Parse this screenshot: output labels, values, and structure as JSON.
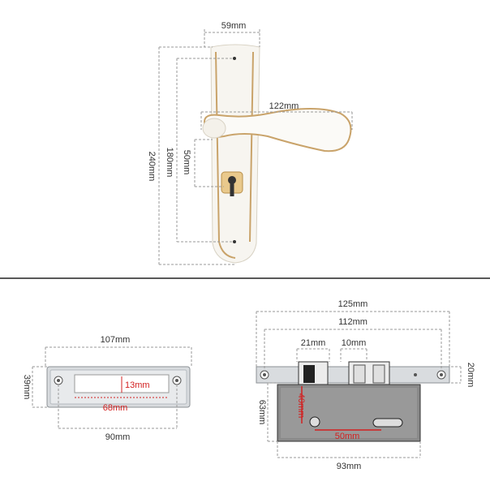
{
  "handle_view": {
    "width_label": "59mm",
    "lever_label": "122mm",
    "height_label": "240mm",
    "hole_pitch_label": "180mm",
    "cylinder_pitch_label": "50mm"
  },
  "strike_plate_view": {
    "length_label": "107mm",
    "height_label": "39mm",
    "opening_height_label": "13mm",
    "opening_width_label": "68mm",
    "hole_spacing_label": "90mm"
  },
  "lock_body_view": {
    "faceplate_length_label": "125mm",
    "hole_spacing_label": "112mm",
    "latch_label": "21mm",
    "bolt_label": "10mm",
    "faceplate_width_label": "20mm",
    "body_height_label": "63mm",
    "center_label": "40mm",
    "backset_label": "50mm",
    "body_width_label": "93mm"
  },
  "colors": {
    "dimension_line": "#9a9a9a",
    "highlight_red": "#d22020",
    "divider": "#222222",
    "plate_white": "#f7f5f0",
    "gold_trim": "#c9a36a",
    "steel": "#d9dcdf"
  }
}
